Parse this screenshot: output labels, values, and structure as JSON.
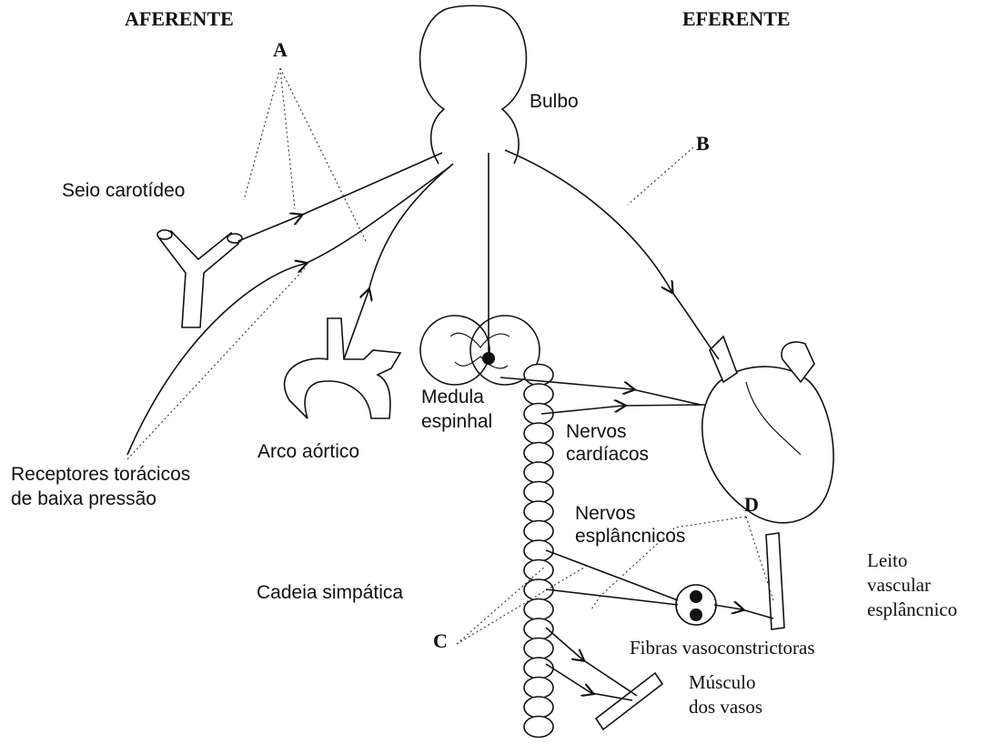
{
  "headers": {
    "afferent": "AFERENTE",
    "efferent": "EFERENTE"
  },
  "letters": {
    "a": "A",
    "b": "B",
    "c": "C",
    "d": "D"
  },
  "labels": {
    "bulbo": "Bulbo",
    "seio": "Seio carotídeo",
    "arco": "Arco aórtico",
    "receptores_1": "Receptores torácicos",
    "receptores_2": "de baixa pressão",
    "medula_1": "Medula",
    "medula_2": "espinhal",
    "nervos_cardiacos_1": "Nervos",
    "nervos_cardiacos_2": "cardíacos",
    "nervos_esplancnicos_1": "Nervos",
    "nervos_esplancnicos_2": "esplâncnicos",
    "cadeia": "Cadeia simpática",
    "leito_1": "Leito",
    "leito_2": "vascular",
    "leito_3": "esplâncnico",
    "fibras": "Fibras vasoconstrictoras",
    "musculo_1": "Músculo",
    "musculo_2": "dos vasos"
  }
}
